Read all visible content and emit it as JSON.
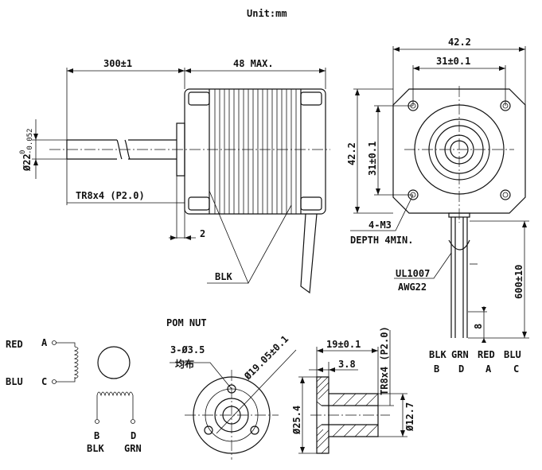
{
  "unit_label": "Unit:mm",
  "side_view": {
    "shaft_length": "300±1",
    "body_length": "48 MAX.",
    "shaft_dia_prefix": "Ø22",
    "shaft_dia_upper": "0",
    "shaft_dia_lower": "-0.052",
    "thread_label": "TR8x4 (P2.0)",
    "boss_len": "2",
    "wire_label": "BLK"
  },
  "front_view": {
    "width": "42.2",
    "hole_spacing": "31±0.1",
    "height": "42.2",
    "hole_spacing_v": "31±0.1",
    "screw": "4-M3",
    "depth": "DEPTH 4MIN.",
    "cable": "UL1007",
    "gauge": "AWG22",
    "lead_length": "600±10",
    "strip": "8",
    "wire_colors": [
      "BLK",
      "GRN",
      "RED",
      "BLU"
    ],
    "wire_letters": [
      "B",
      "D",
      "A",
      "C"
    ]
  },
  "schematic": {
    "red": "RED",
    "blu": "BLU",
    "a": "A",
    "c": "C",
    "b": "B",
    "d": "D",
    "blk": "BLK",
    "grn": "GRN"
  },
  "nut": {
    "title": "POM NUT",
    "holes": "3-Ø3.5",
    "holes_cn": "均布",
    "pcd": "Ø19.05±0.1",
    "flange_dia": "Ø25.4",
    "length": "19±0.1",
    "flange_t": "3.8",
    "thread": "TR8x4 (P2.0)",
    "body_dia": "Ø12.7"
  }
}
